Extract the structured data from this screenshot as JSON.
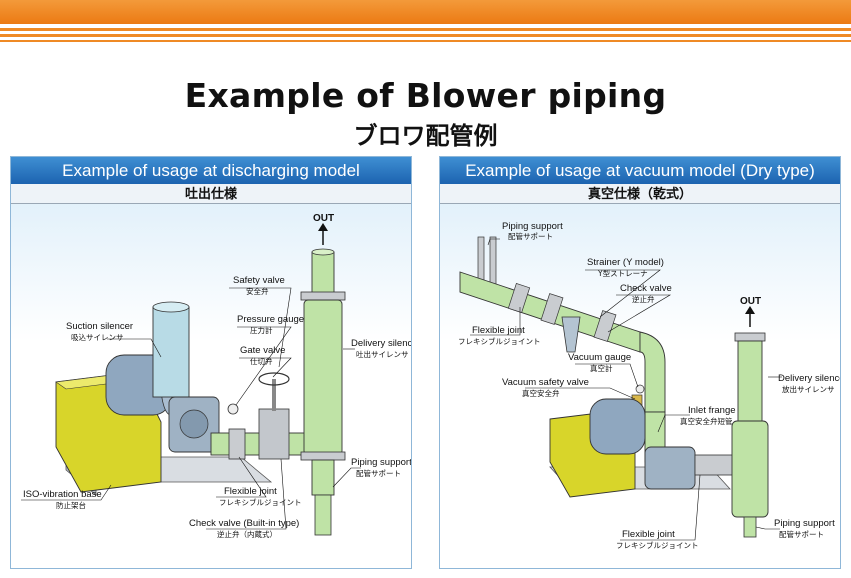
{
  "title": "Example of Blower piping",
  "subtitle": "ブロワ配管例",
  "left": {
    "heading": "Example of usage at discharging model",
    "subheading": "吐出仕様",
    "out": "OUT",
    "labels": {
      "suction_silencer": {
        "en": "Suction silencer",
        "jp": "吸込サイレンサ"
      },
      "safety_valve": {
        "en": "Safety valve",
        "jp": "安全弁"
      },
      "pressure_gauge": {
        "en": "Pressure gauge",
        "jp": "圧力計"
      },
      "gate_valve": {
        "en": "Gate valve",
        "jp": "仕切弁"
      },
      "delivery_silencer": {
        "en": "Delivery silencer",
        "jp": "吐出サイレンサ"
      },
      "piping_support": {
        "en": "Piping support",
        "jp": "配管サポート"
      },
      "iso_vibration_base": {
        "en": "ISO-vibration base",
        "jp": "防止架台"
      },
      "flexible_joint": {
        "en": "Flexible joint",
        "jp": "フレキシブルジョイント"
      },
      "check_valve": {
        "en": "Check valve (Built-in type)",
        "jp": "逆止弁（内蔵式）"
      }
    }
  },
  "right": {
    "heading": "Example of usage at vacuum model (Dry type)",
    "subheading": "真空仕様（乾式）",
    "out": "OUT",
    "labels": {
      "piping_support_top": {
        "en": "Piping support",
        "jp": "配管サポート"
      },
      "strainer": {
        "en": "Strainer (Y model)",
        "jp": "Y型ストレーナ"
      },
      "check_valve": {
        "en": "Check valve",
        "jp": "逆止弁"
      },
      "flexible_joint_top": {
        "en": "Flexible joint",
        "jp": "フレキシブルジョイント"
      },
      "vacuum_gauge": {
        "en": "Vacuum gauge",
        "jp": "真空計"
      },
      "vacuum_safety_valve": {
        "en": "Vacuum safety valve",
        "jp": "真空安全弁"
      },
      "inlet_frange": {
        "en": "Inlet frange",
        "jp": "真空安全弁短管"
      },
      "delivery_silencer": {
        "en": "Delivery silencer",
        "jp": "放出サイレンサ"
      },
      "piping_support_bottom": {
        "en": "Piping support",
        "jp": "配管サポート"
      },
      "flexible_joint_bottom": {
        "en": "Flexible joint",
        "jp": "フレキシブルジョイント"
      }
    }
  },
  "colors": {
    "orange": "#ec7a13",
    "header_blue": "#1c63b0",
    "pipe_green": "#bfe3a6",
    "body_yellow": "#d8d52a",
    "motor_blue": "#8fa7bf"
  }
}
